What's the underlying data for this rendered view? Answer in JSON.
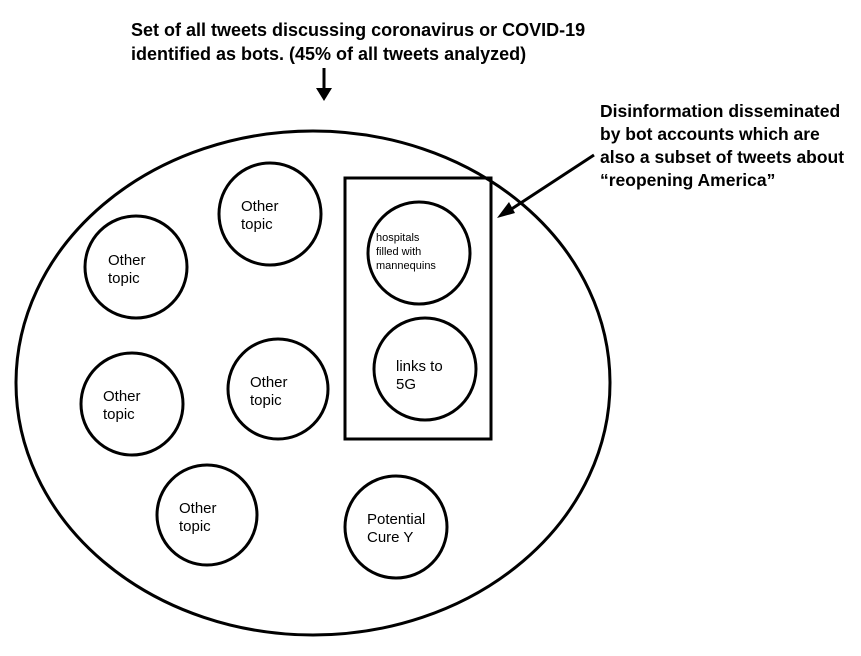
{
  "header": {
    "line1": "Set of all tweets discussing coronavirus or COVID-19",
    "line2": "identified as bots.  (45% of all tweets analyzed)"
  },
  "callout": {
    "line1": "Disinformation disseminated",
    "line2": "by bot accounts which are",
    "line3": "also a subset of tweets about",
    "line4": "“reopening America”"
  },
  "topics": {
    "t1": {
      "line1": "Other",
      "line2": "topic"
    },
    "t2": {
      "line1": "Other",
      "line2": "topic"
    },
    "t3": {
      "line1": "Other",
      "line2": "topic"
    },
    "t4": {
      "line1": "Other",
      "line2": "topic"
    },
    "t5": {
      "line1": "Other",
      "line2": "topic"
    },
    "cure": {
      "line1": "Potential",
      "line2": "Cure Y"
    },
    "hospitals": {
      "line1": "hospitals",
      "line2": "filled with",
      "line3": "mannequins"
    },
    "links": {
      "line1": "links to",
      "line2": "5G"
    }
  },
  "colors": {
    "stroke": "#000000",
    "background": "#ffffff"
  }
}
